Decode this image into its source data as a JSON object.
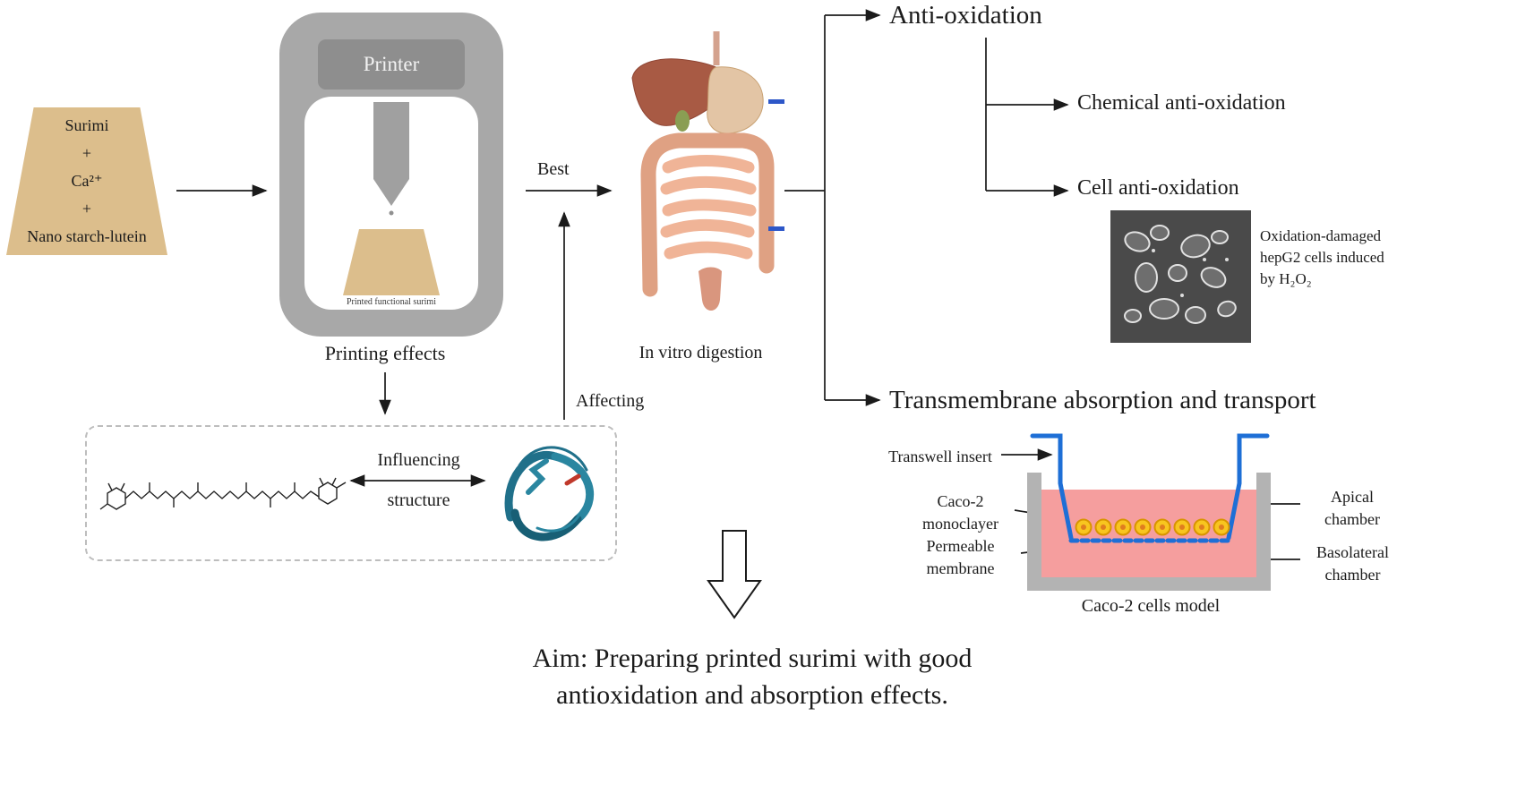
{
  "colors": {
    "tan": "#dcbe8c",
    "printer_gray": "#a8a8a8",
    "printer_label_gray": "#8e8e8e",
    "accent_blue": "#1e6fd6",
    "chamber_pink": "#f59e9e",
    "cell_yellow": "#f8c51f",
    "protein_teal": "#20708a",
    "text": "#1b1b1b"
  },
  "ingredients": {
    "lines": [
      "Surimi",
      "+",
      "Ca²⁺",
      "+",
      "Nano starch-lutein"
    ]
  },
  "printer": {
    "title": "Printer",
    "printed_caption": "Printed functional surimi",
    "caption": "Printing effects"
  },
  "structure_panel": {
    "influencing": "Influencing",
    "structure": "structure"
  },
  "flow": {
    "best": "Best",
    "affecting": "Affecting",
    "digestion_caption": "In vitro digestion"
  },
  "outcomes": {
    "anti_oxidation": "Anti-oxidation",
    "chemical": "Chemical anti-oxidation",
    "cell": "Cell anti-oxidation",
    "hepg2_caption": [
      "Oxidation-damaged",
      "hepG2 cells induced",
      "by H₂O₂"
    ],
    "transmembrane": "Transmembrane absorption and transport"
  },
  "caco2": {
    "transwell_insert": "Transwell insert",
    "monolayer": [
      "Caco-2",
      "monoclayer"
    ],
    "membrane": [
      "Permeable",
      "membrane"
    ],
    "apical": [
      "Apical",
      "chamber"
    ],
    "basolateral": [
      "Basolateral",
      "chamber"
    ],
    "caption": "Caco-2 cells model"
  },
  "aim": {
    "lines": [
      "Aim: Preparing printed surimi with good",
      "antioxidation and absorption effects."
    ]
  }
}
